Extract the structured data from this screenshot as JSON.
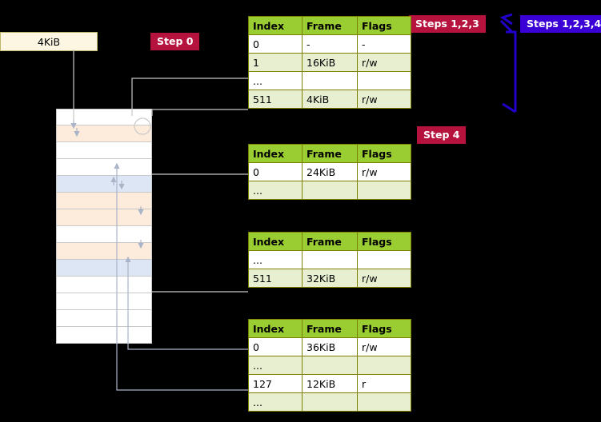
{
  "labels": {
    "kib_box": "4KiB",
    "step0": "Step 0",
    "step123": "Steps 1,2,3",
    "step1234": "Steps 1,2,3,4",
    "step4": "Step 4"
  },
  "colors": {
    "background": "#000000",
    "table_header": "#9acd32",
    "table_border": "#808000",
    "row_tint": "#e8efd0",
    "mem_peach": "#fdebdc",
    "mem_blue": "#dde6f5",
    "step_red": "#b5123e",
    "step_blue": "#3b00d6",
    "arrow_blue": "#2200cc",
    "arrow_grey": "#aab4c8"
  },
  "tables": [
    {
      "id": "page-table-1",
      "headers": [
        "Index",
        "Frame",
        "Flags"
      ],
      "rows": [
        [
          "0",
          "-",
          "-"
        ],
        [
          "1",
          "16KiB",
          "r/w"
        ],
        [
          "...",
          "",
          ""
        ],
        [
          "511",
          "4KiB",
          "r/w"
        ]
      ]
    },
    {
      "id": "page-table-2",
      "headers": [
        "Index",
        "Frame",
        "Flags"
      ],
      "rows": [
        [
          "0",
          "24KiB",
          "r/w"
        ],
        [
          "...",
          "",
          ""
        ]
      ]
    },
    {
      "id": "page-table-3",
      "headers": [
        "Index",
        "Frame",
        "Flags"
      ],
      "rows": [
        [
          "...",
          "",
          ""
        ],
        [
          "511",
          "32KiB",
          "r/w"
        ]
      ]
    },
    {
      "id": "page-table-4",
      "headers": [
        "Index",
        "Frame",
        "Flags"
      ],
      "rows": [
        [
          "0",
          "36KiB",
          "r/w"
        ],
        [
          "...",
          "",
          ""
        ],
        [
          "127",
          "12KiB",
          "r"
        ],
        [
          "...",
          "",
          ""
        ]
      ]
    }
  ],
  "memory_rows": [
    {
      "fill": "m-white"
    },
    {
      "fill": "m-peach"
    },
    {
      "fill": "m-white"
    },
    {
      "fill": "m-white"
    },
    {
      "fill": "m-blue"
    },
    {
      "fill": "m-peach"
    },
    {
      "fill": "m-peach"
    },
    {
      "fill": "m-white"
    },
    {
      "fill": "m-peach"
    },
    {
      "fill": "m-blue"
    },
    {
      "fill": "m-white"
    },
    {
      "fill": "m-white"
    },
    {
      "fill": "m-white"
    },
    {
      "fill": "m-white"
    }
  ]
}
